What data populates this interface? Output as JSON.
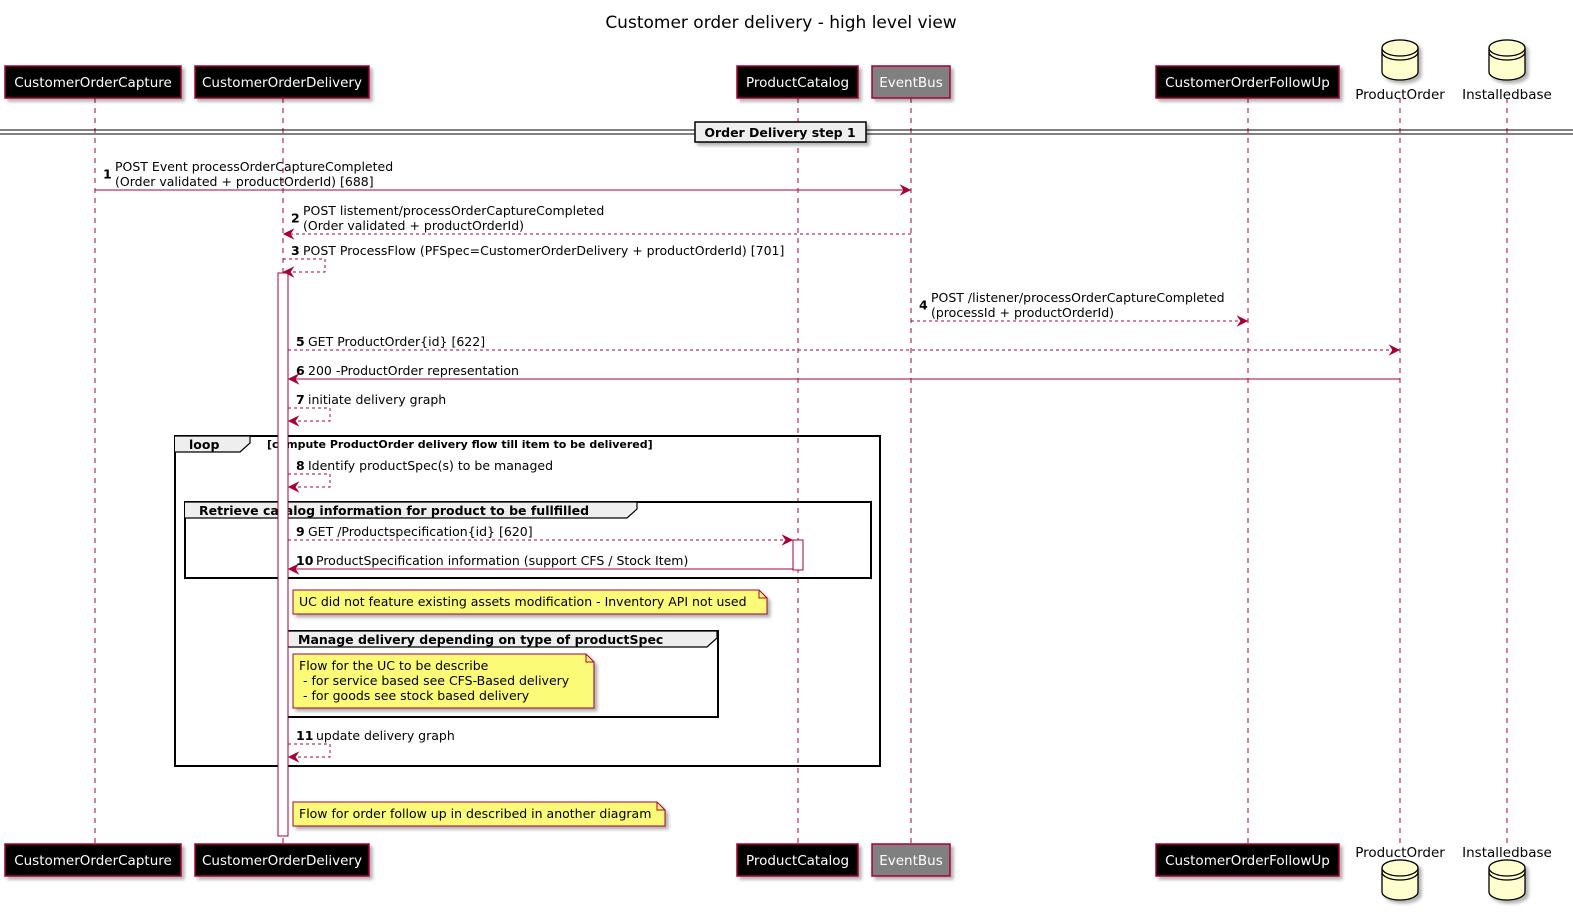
{
  "title": "Customer order delivery - high level view",
  "participants": [
    {
      "id": "capture",
      "label": "CustomerOrderCapture",
      "kind": "box",
      "fill": "#000000",
      "text_color": "#ffffff"
    },
    {
      "id": "delivery",
      "label": "CustomerOrderDelivery",
      "kind": "box",
      "fill": "#000000",
      "text_color": "#ffffff"
    },
    {
      "id": "catalog",
      "label": "ProductCatalog",
      "kind": "box",
      "fill": "#000000",
      "text_color": "#ffffff"
    },
    {
      "id": "eventbus",
      "label": "EventBus",
      "kind": "box",
      "fill": "#808080",
      "text_color": "#ffffff"
    },
    {
      "id": "followup",
      "label": "CustomerOrderFollowUp",
      "kind": "box",
      "fill": "#000000",
      "text_color": "#ffffff"
    },
    {
      "id": "productorder",
      "label": "ProductOrder",
      "kind": "database",
      "fill": "#fefece",
      "text_color": "#000000"
    },
    {
      "id": "installedbase",
      "label": "Installedbase",
      "kind": "database",
      "fill": "#fefece",
      "text_color": "#000000"
    }
  ],
  "divider": {
    "label": "Order Delivery step 1"
  },
  "messages": [
    {
      "num": "1",
      "from": "capture",
      "to": "eventbus",
      "style": "solid",
      "lines": [
        "POST Event processOrderCaptureCompleted",
        "(Order validated + productOrderId) [688]"
      ]
    },
    {
      "num": "2",
      "from": "eventbus",
      "to": "delivery",
      "style": "dashed",
      "lines": [
        "POST listement/processOrderCaptureCompleted",
        "(Order validated + productOrderId)"
      ]
    },
    {
      "num": "3",
      "from": "delivery",
      "to": "delivery",
      "style": "dashed",
      "lines": [
        "POST ProcessFlow (PFSpec=CustomerOrderDelivery + productOrderId) [701]"
      ]
    },
    {
      "num": "4",
      "from": "eventbus",
      "to": "followup",
      "style": "dashed",
      "lines": [
        "POST /listener/processOrderCaptureCompleted",
        "(processId + productOrderId)"
      ]
    },
    {
      "num": "5",
      "from": "delivery",
      "to": "productorder",
      "style": "dashed",
      "lines": [
        "GET ProductOrder{id} [622]"
      ]
    },
    {
      "num": "6",
      "from": "productorder",
      "to": "delivery",
      "style": "solid",
      "lines": [
        "200 -ProductOrder representation"
      ]
    },
    {
      "num": "7",
      "from": "delivery",
      "to": "delivery",
      "style": "dashed",
      "lines": [
        "initiate delivery graph"
      ]
    },
    {
      "num": "8",
      "from": "delivery",
      "to": "delivery",
      "style": "dashed",
      "lines": [
        "Identify productSpec(s) to be managed"
      ]
    },
    {
      "num": "9",
      "from": "delivery",
      "to": "catalog",
      "style": "dashed",
      "lines": [
        "GET /Productspecification{id} [620]"
      ]
    },
    {
      "num": "10",
      "from": "catalog",
      "to": "delivery",
      "style": "solid",
      "lines": [
        "ProductSpecification information (support CFS / Stock Item)"
      ]
    },
    {
      "num": "11",
      "from": "delivery",
      "to": "delivery",
      "style": "dashed",
      "lines": [
        "update delivery graph"
      ]
    }
  ],
  "groups": {
    "loop": {
      "keyword": "loop",
      "condition": "[compute ProductOrder delivery flow till item to be delivered]"
    },
    "retrieve": {
      "label": "Retrieve catalog information for product to be fullfilled"
    },
    "manage": {
      "label": "Manage delivery depending on type of productSpec"
    }
  },
  "notes": [
    {
      "id": "note1",
      "lines": [
        "UC did not feature existing assets modification - Inventory API not used"
      ]
    },
    {
      "id": "note2",
      "lines": [
        "Flow for the UC to be describe",
        " - for service based see CFS-Based delivery",
        " - for goods see stock based delivery"
      ]
    },
    {
      "id": "note3",
      "lines": [
        "Flow for order follow up in described in another diagram"
      ]
    }
  ],
  "colors": {
    "arrow": "#a80036",
    "lifeline": "#a80036",
    "note_fill": "#fbfb77",
    "activation_fill": "#ffffff",
    "group_border": "#000000"
  }
}
